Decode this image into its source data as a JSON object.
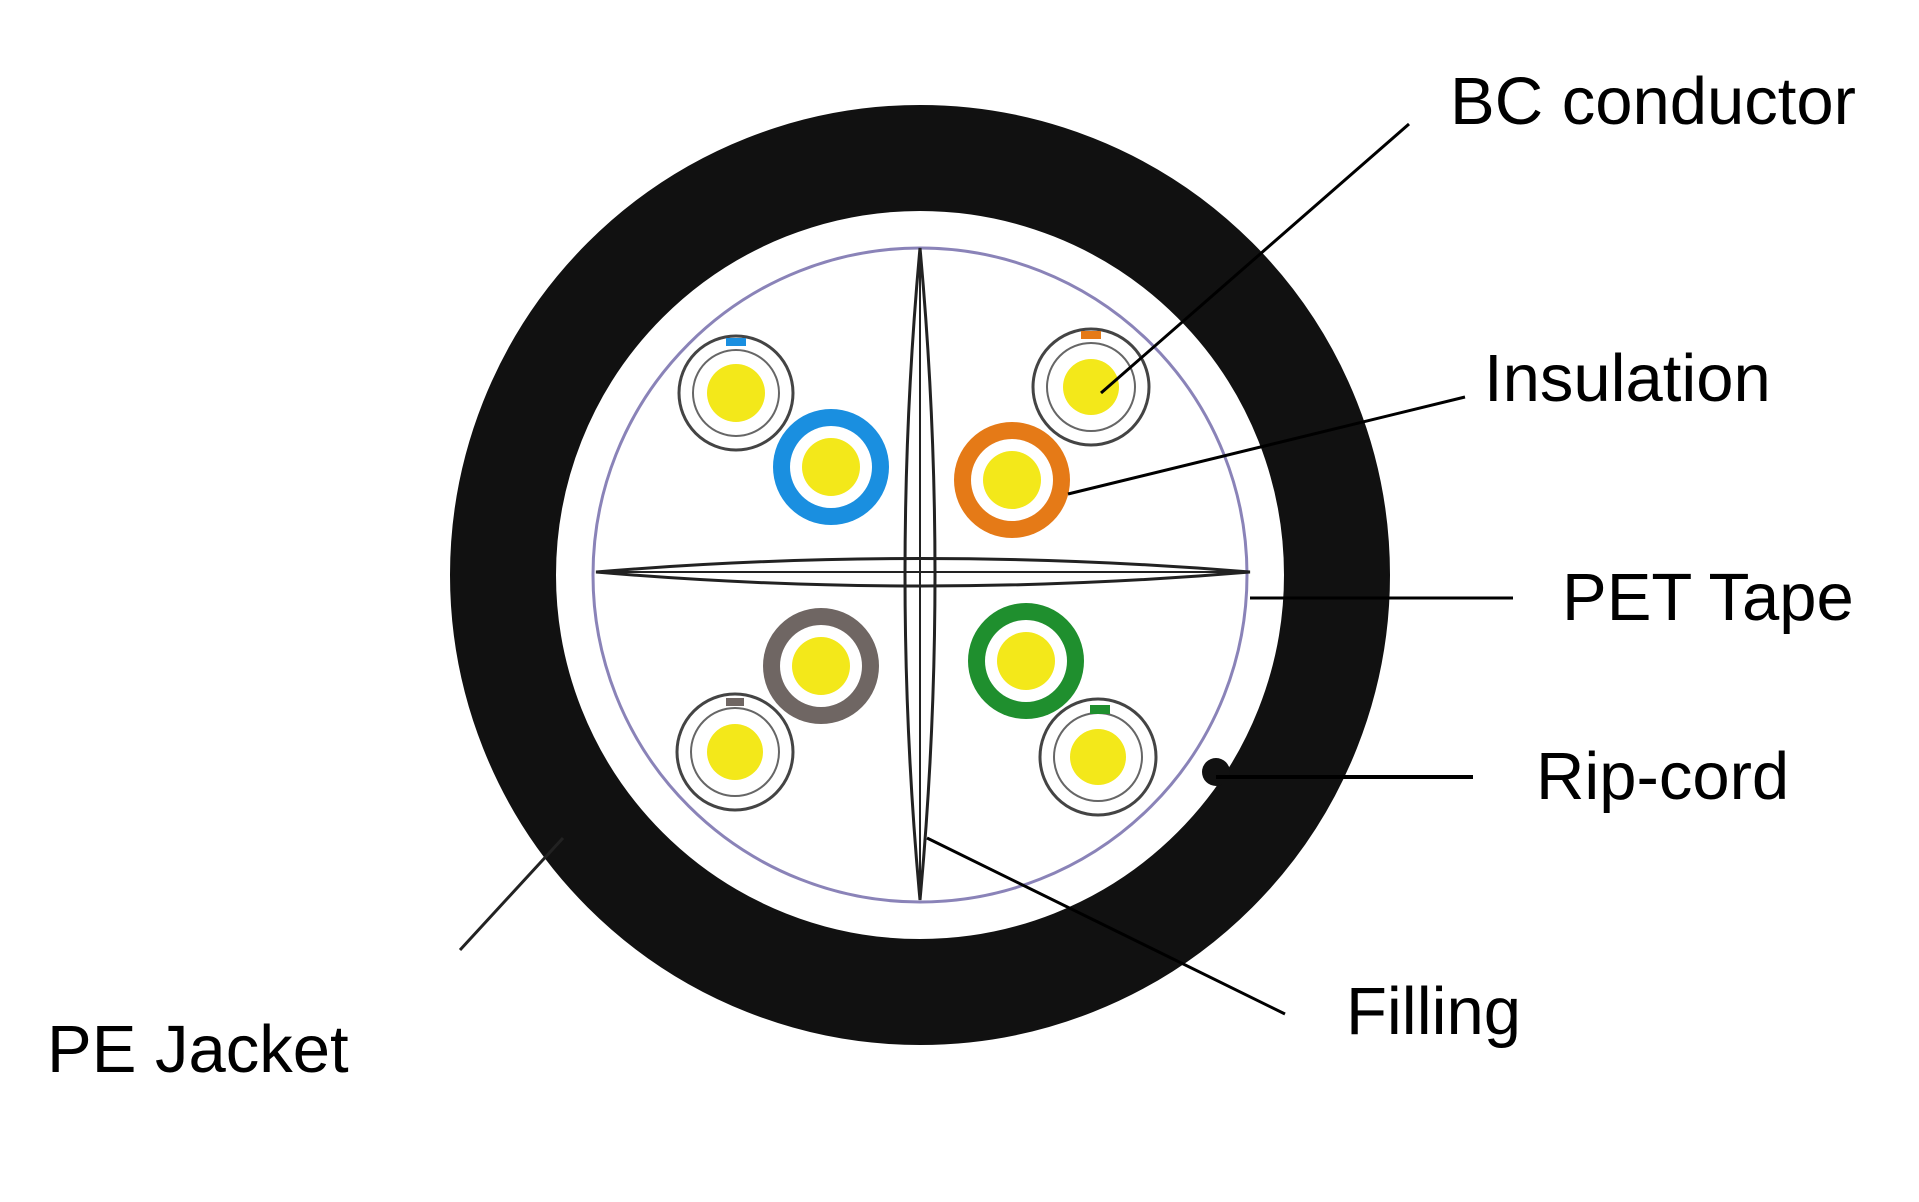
{
  "labels": {
    "bc_conductor": "BC conductor",
    "insulation": "Insulation",
    "pet_tape": "PET Tape",
    "rip_cord": "Rip-cord",
    "filling": "Filling",
    "pe_jacket": "PE Jacket"
  },
  "colors": {
    "jacket": "#111111",
    "conductor": "#f3e81a",
    "pair_blue": "#1a8fe0",
    "pair_orange": "#e57a17",
    "pair_brown": "#6f6663",
    "pair_green": "#1f8f2e",
    "pet_tape": "#8a83b8",
    "leader": "#000000"
  }
}
